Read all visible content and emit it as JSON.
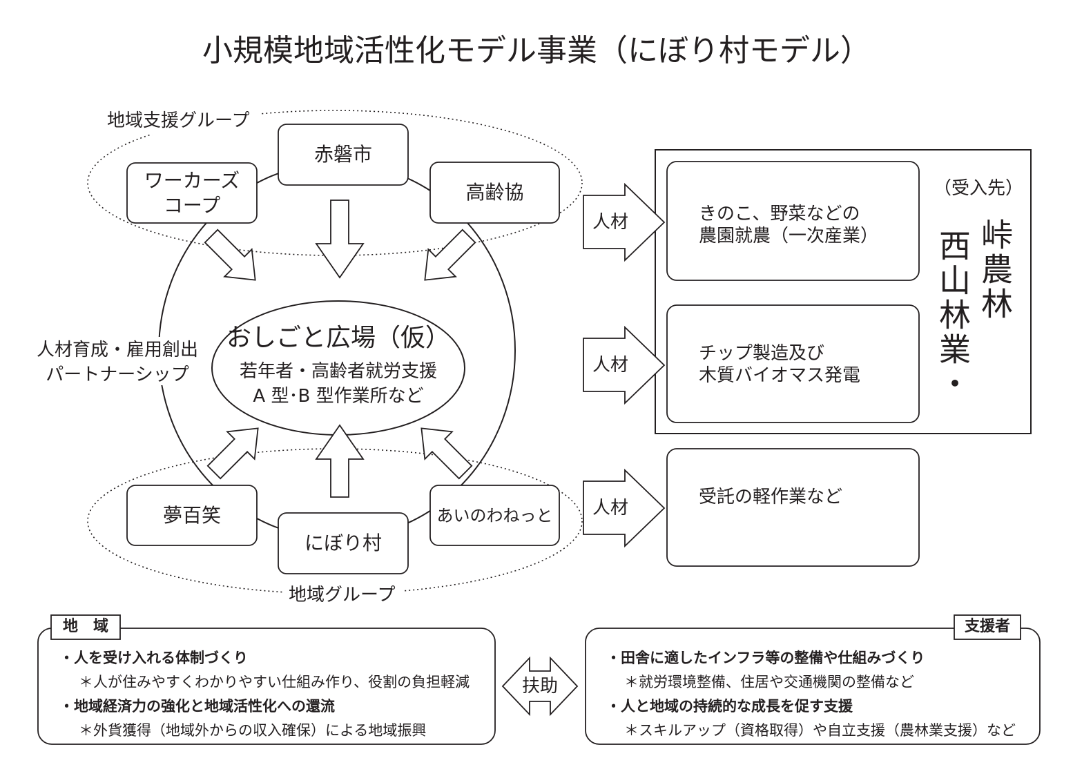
{
  "title": "小規模地域活性化モデル事業（にぼり村モデル）",
  "support_group": {
    "label": "地域支援グループ",
    "members": [
      "ワーカーズ",
      "コープ",
      "赤磐市",
      "高齢協"
    ]
  },
  "local_group": {
    "label": "地域グループ",
    "members": [
      "夢百笑",
      "にぼり村",
      "あいのわねっと"
    ]
  },
  "partnership": {
    "line1": "人材育成・雇用創出",
    "line2": "パートナーシップ"
  },
  "center": {
    "title": "おしごと広場（仮）",
    "line1": "若年者・高齢者就労支援",
    "line2": "A 型･B 型作業所など"
  },
  "flows": [
    {
      "label": "人材",
      "dest_line1": "きのこ、野菜などの",
      "dest_line2": "農園就農（一次産業）"
    },
    {
      "label": "人材",
      "dest_line1": "チップ製造及び",
      "dest_line2": "木質バイオマス発電"
    },
    {
      "label": "人材",
      "dest_line1": "受託の軽作業など",
      "dest_line2": ""
    }
  ],
  "destination": {
    "caption": "（受入先）",
    "col1": "峠農林",
    "col2": "西山林業・"
  },
  "region_panel": {
    "header": "地　域",
    "items": [
      {
        "bold": "・人を受け入れる体制づくり",
        "note": "＊人が住みやすくわかりやすい仕組み作り、役割の負担軽減"
      },
      {
        "bold": "・地域経済力の強化と地域活性化への還流",
        "note": "＊外貨獲得（地域外からの収入確保）による地域振興"
      }
    ]
  },
  "support_panel": {
    "header": "支援者",
    "items": [
      {
        "bold": "・田舎に適したインフラ等の整備や仕組みづくり",
        "note": "＊就労環境整備、住居や交通機関の整備など"
      },
      {
        "bold": "・人と地域の持続的な成長を促す支援",
        "note": "＊スキルアップ（資格取得）や自立支援（農林業支援）など"
      }
    ]
  },
  "mutual_aid": "扶助"
}
